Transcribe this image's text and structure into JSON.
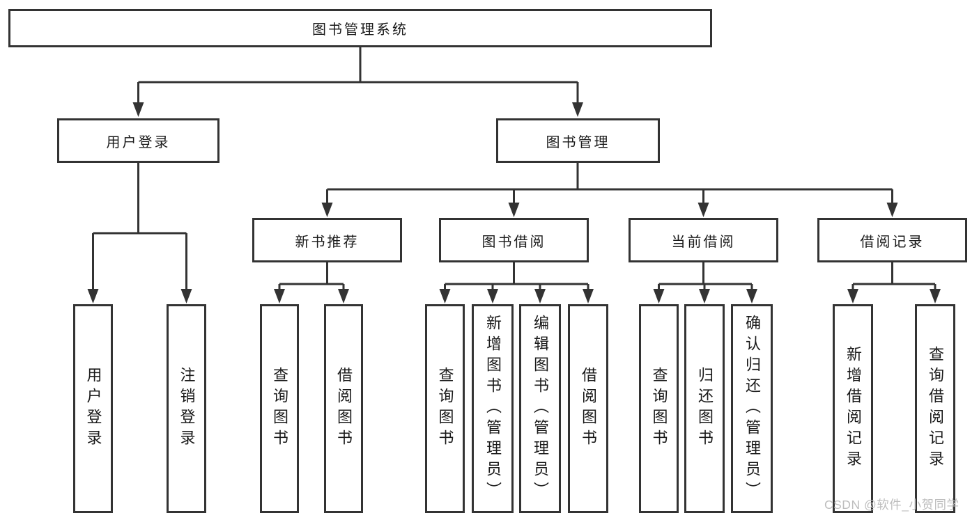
{
  "diagram_title": "图书管理系统",
  "tree": {
    "label": "图书管理系统",
    "children": [
      {
        "label": "用户登录",
        "children": [
          {
            "label": "用户登录"
          },
          {
            "label": "注销登录"
          }
        ]
      },
      {
        "label": "图书管理",
        "children": [
          {
            "label": "新书推荐",
            "children": [
              {
                "label": "查询图书"
              },
              {
                "label": "借阅图书"
              }
            ]
          },
          {
            "label": "图书借阅",
            "children": [
              {
                "label": "查询图书"
              },
              {
                "label": "新增图书（管理员）"
              },
              {
                "label": "编辑图书（管理员）"
              },
              {
                "label": "借阅图书"
              }
            ]
          },
          {
            "label": "当前借阅",
            "children": [
              {
                "label": "查询图书"
              },
              {
                "label": "归还图书"
              },
              {
                "label": "确认归还（管理员）"
              }
            ]
          },
          {
            "label": "借阅记录",
            "children": [
              {
                "label": "新增借阅记录"
              },
              {
                "label": "查询借阅记录"
              }
            ]
          }
        ]
      }
    ]
  },
  "watermark": {
    "text": "CSDN @软件_小贺同学"
  },
  "colors": {
    "line": "#333333",
    "text": "#1a1a1a",
    "box_background": "#ffffff",
    "background": "#ffffff",
    "watermark": "#bdbdbd"
  }
}
